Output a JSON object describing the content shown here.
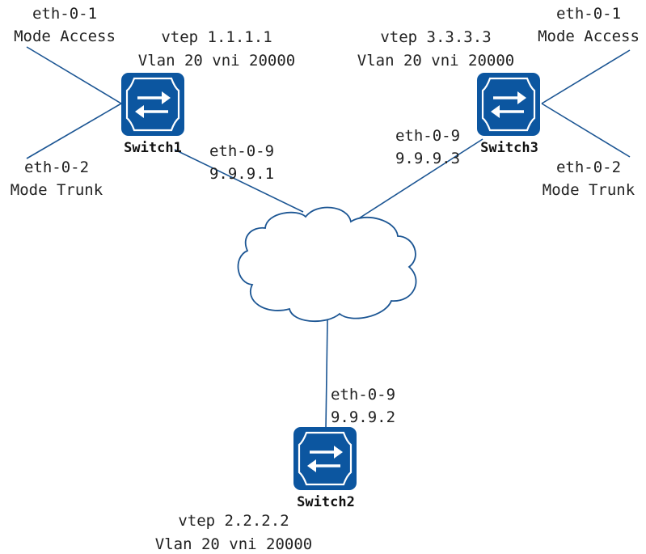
{
  "colors": {
    "switch_fill": "#0c56a0",
    "switch_icon": "#ffffff",
    "link": "#1b5593",
    "cloud_stroke": "#1b5593",
    "cloud_fill": "#ffffff",
    "text": "#222222"
  },
  "switch1": {
    "name": "Switch1",
    "icon": "switch-icon",
    "vtep": "vtep 1.1.1.1",
    "vlan": "Vlan 20 vni 20000",
    "port1_name": "eth-0-1",
    "port1_mode": "Mode Access",
    "port2_name": "eth-0-2",
    "port2_mode": "Mode Trunk",
    "uplink_port": "eth-0-9",
    "uplink_ip": "9.9.9.1"
  },
  "switch3": {
    "name": "Switch3",
    "icon": "switch-icon",
    "vtep": "vtep 3.3.3.3",
    "vlan": "Vlan 20 vni 20000",
    "port1_name": "eth-0-1",
    "port1_mode": "Mode Access",
    "port2_name": "eth-0-2",
    "port2_mode": "Mode Trunk",
    "uplink_port": "eth-0-9",
    "uplink_ip": "9.9.9.3"
  },
  "switch2": {
    "name": "Switch2",
    "icon": "switch-icon",
    "vtep": "vtep 2.2.2.2",
    "vlan": "Vlan 20 vni 20000",
    "uplink_port": "eth-0-9",
    "uplink_ip": "9.9.9.2"
  },
  "network": {
    "icon": "cloud-icon"
  }
}
